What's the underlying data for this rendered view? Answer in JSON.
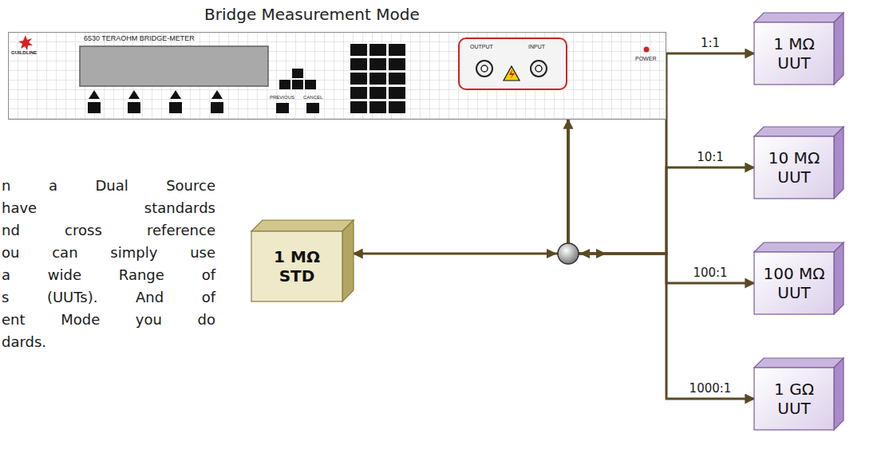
{
  "diagram": {
    "title": "Bridge Measurement Mode",
    "nodes": [
      {
        "text": [
          "6530 TERAOHM BRIDGE-METER",
          "GUILDLINE",
          "PREVIOUS",
          "CANCEL",
          "OUTPUT",
          "INPUT",
          "POWER"
        ]
      },
      {
        "text": [
          "1 MΩ STD"
        ]
      },
      {
        "text": [
          "1 MΩ UUT"
        ]
      },
      {
        "text": [
          "10 MΩ UUT"
        ]
      },
      {
        "text": [
          "100 MΩ UUT"
        ]
      },
      {
        "text": [
          "1 GΩ UUT"
        ]
      }
    ],
    "edges": [
      {
        "from": 1,
        "to": 0,
        "arrow": "both"
      },
      {
        "from": 0,
        "to": 2,
        "label": "1:1",
        "arrow": "to"
      },
      {
        "from": 0,
        "to": 3,
        "label": "10:1",
        "arrow": "to"
      },
      {
        "from": 0,
        "to": 4,
        "label": "100:1",
        "arrow": "to"
      },
      {
        "from": 0,
        "to": 5,
        "label": "1000:1",
        "arrow": "to"
      }
    ],
    "labels": [
      "n a Dual Source",
      "have standards",
      "nd cross reference",
      "ou can simply use",
      "a wide Range of",
      "s (UUTs). And of",
      "ent Mode you do",
      "dards."
    ]
  }
}
